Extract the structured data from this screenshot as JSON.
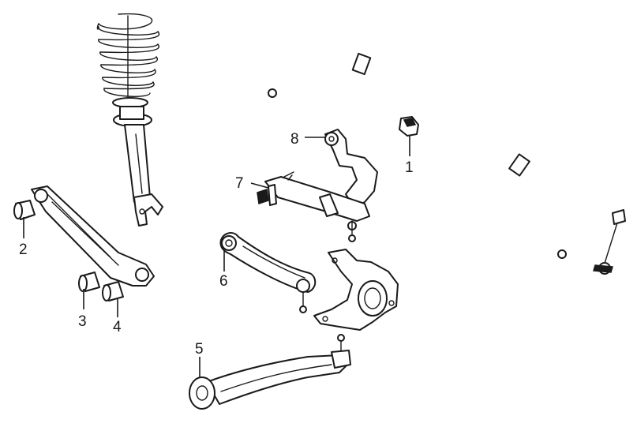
{
  "callouts": [
    {
      "id": "1",
      "label": "1"
    },
    {
      "id": "2",
      "label": "2"
    },
    {
      "id": "3",
      "label": "3"
    },
    {
      "id": "4",
      "label": "4"
    },
    {
      "id": "5",
      "label": "5"
    },
    {
      "id": "6",
      "label": "6"
    },
    {
      "id": "7",
      "label": "7"
    },
    {
      "id": "8",
      "label": "8"
    }
  ],
  "colors": {
    "ink": "#1a1a1a",
    "background": "#ffffff"
  }
}
